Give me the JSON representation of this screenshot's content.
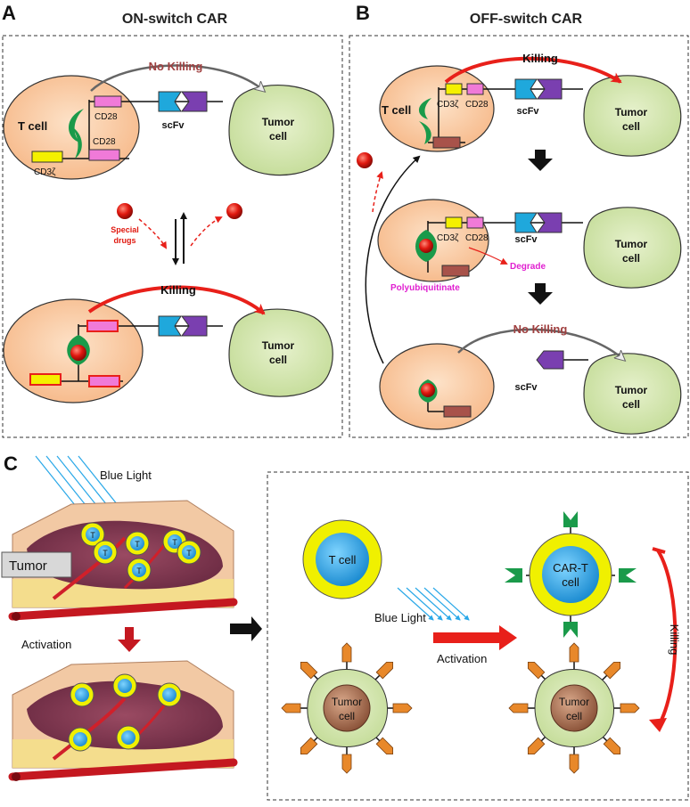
{
  "panels": {
    "a": {
      "letter": "A",
      "title": "ON-switch CAR"
    },
    "b": {
      "letter": "B",
      "title": "OFF-switch CAR"
    },
    "c": {
      "letter": "C"
    }
  },
  "labels": {
    "no_killing": "No Killing",
    "killing": "Killing",
    "t_cell": "T cell",
    "cd28": "CD28",
    "cd3z": "CD3ζ",
    "scfv": "scFv",
    "tumor": "Tumor",
    "cell": "cell",
    "special": "Special",
    "drugs": "drugs",
    "degrade": "Degrade",
    "polyubiquitinate": "Polyubiquitinate",
    "blue_light": "Blue Light",
    "tumor_box": "Tumor",
    "activation": "Activation",
    "t_marker": "T",
    "car_t": "CAR-T"
  },
  "colors": {
    "tcell_fill": "#fbc8a0",
    "tumor_fill": "#d4e6b0",
    "cd28": "#f07ad8",
    "cd3z": "#f4f000",
    "scfv_blue": "#1fa8dc",
    "scfv_purple": "#7a3fb0",
    "brown_domain": "#a8524a",
    "green_switch": "#1a9a4a",
    "kill_red": "#e8201a",
    "drug_red": "#e0180f",
    "magenta_text": "#e020d0",
    "light_blue": "#2aa8e8",
    "yellow_ring": "#f0f000",
    "orange_spike": "#e8882a"
  }
}
